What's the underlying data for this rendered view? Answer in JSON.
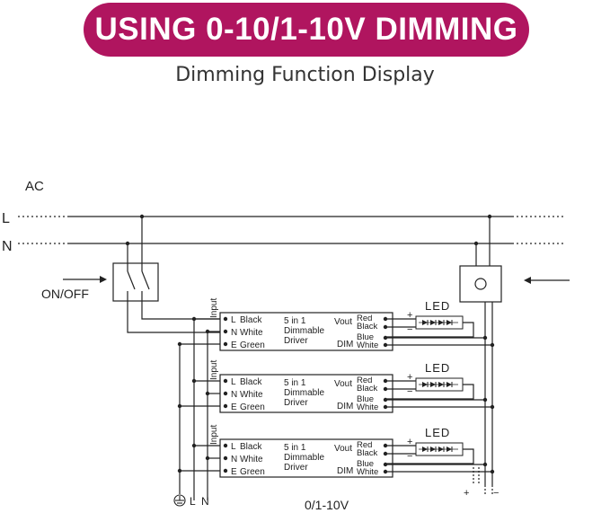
{
  "title": "USING 0-10/1-10V DIMMING",
  "subtitle": "Dimming Function Display",
  "ac": {
    "label": "AC",
    "line_l": "L",
    "line_n": "N"
  },
  "switch": {
    "label": "ON/OFF"
  },
  "drivers": [
    {
      "input_label": "Input",
      "name_lines": [
        "5 in 1",
        "Dimmable",
        "Driver"
      ],
      "inputs": [
        {
          "pin": "L",
          "color": "Black"
        },
        {
          "pin": "N",
          "color": "White"
        },
        {
          "pin": "E",
          "color": "Green"
        }
      ],
      "vout": "Vout",
      "vout_wires": [
        "Red",
        "Black"
      ],
      "dim": "DIM",
      "dim_wires": [
        "Blue",
        "White"
      ],
      "led": {
        "label": "LED",
        "plus": "+",
        "minus": "−"
      }
    },
    {
      "input_label": "Input",
      "name_lines": [
        "5 in 1",
        "Dimmable",
        "Driver"
      ],
      "inputs": [
        {
          "pin": "L",
          "color": "Black"
        },
        {
          "pin": "N",
          "color": "White"
        },
        {
          "pin": "E",
          "color": "Green"
        }
      ],
      "vout": "Vout",
      "vout_wires": [
        "Red",
        "Black"
      ],
      "dim": "DIM",
      "dim_wires": [
        "Blue",
        "White"
      ],
      "led": {
        "label": "LED",
        "plus": "+",
        "minus": "−"
      }
    },
    {
      "input_label": "Input",
      "name_lines": [
        "5 in 1",
        "Dimmable",
        "Driver"
      ],
      "inputs": [
        {
          "pin": "L",
          "color": "Black"
        },
        {
          "pin": "N",
          "color": "White"
        },
        {
          "pin": "E",
          "color": "Green"
        }
      ],
      "vout": "Vout",
      "vout_wires": [
        "Red",
        "Black"
      ],
      "dim": "DIM",
      "dim_wires": [
        "Blue",
        "White"
      ],
      "led": {
        "label": "LED",
        "plus": "+",
        "minus": "−"
      }
    }
  ],
  "bottom": {
    "ground_l": "L",
    "ground_n": "N",
    "dimmer_label": "0/1-10V",
    "plus": "+",
    "minus": "−"
  },
  "colors": {
    "banner": "#b0155f",
    "banner_text": "#ffffff",
    "line": "#222222"
  },
  "icons": [
    "switch-icon",
    "dimmer-knob-icon",
    "led-strip-icon",
    "ground-icon",
    "arrow-icon"
  ]
}
